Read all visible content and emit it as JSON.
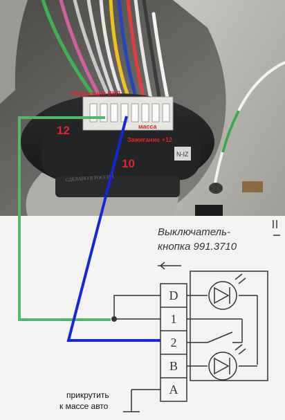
{
  "photo": {
    "connector_pin_left": "12",
    "connector_pin_bottom": "10",
    "button_side_label": "N-IZ",
    "made_in_text": "СДЕЛАНО В РОССИИ",
    "wire_labels": {
      "top": "Индикация ВКЛ",
      "middle": "масса",
      "bottom": "Зажигание +12"
    }
  },
  "schematic": {
    "title_line1": "Выключатель-",
    "title_line2": "кнопка 991.3710",
    "terminals": [
      "D",
      "1",
      "2",
      "B",
      "A"
    ],
    "ground_note_line1": "прикрутить",
    "ground_note_line2": "к массе авто"
  },
  "colors": {
    "green_wire": "#52b86a",
    "blue_wire": "#1428d8",
    "annotation_red": "#e0242a"
  }
}
